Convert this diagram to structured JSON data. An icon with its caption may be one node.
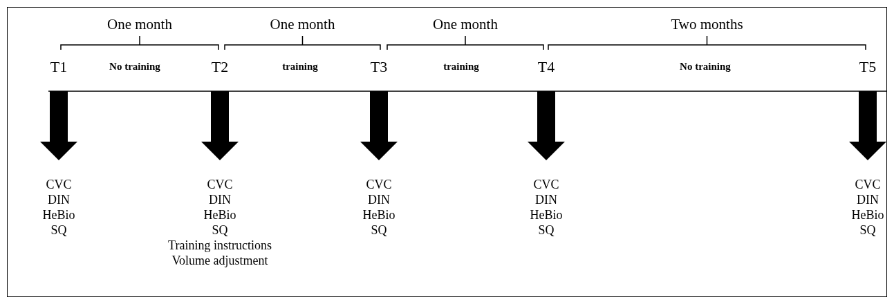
{
  "diagram": {
    "nodes": [
      {
        "text": [
          "T1"
        ]
      },
      {
        "text": [
          "T2"
        ]
      },
      {
        "text": [
          "T3"
        ]
      },
      {
        "text": [
          "T4"
        ]
      },
      {
        "text": [
          "T5"
        ]
      },
      {
        "text": [
          "CVC",
          "DIN",
          "HeBio",
          "SQ"
        ]
      },
      {
        "text": [
          "CVC",
          "DIN",
          "HeBio",
          "SQ",
          "Training instructions",
          "Volume adjustment"
        ]
      },
      {
        "text": [
          "CVC",
          "DIN",
          "HeBio",
          "SQ"
        ]
      },
      {
        "text": [
          "CVC",
          "DIN",
          "HeBio",
          "SQ"
        ]
      },
      {
        "text": [
          "CVC",
          "DIN",
          "HeBio",
          "SQ"
        ]
      }
    ],
    "edges": [
      {
        "from": 0,
        "to": 5,
        "arrow": "to",
        "style": "thick"
      },
      {
        "from": 1,
        "to": 6,
        "arrow": "to",
        "style": "thick"
      },
      {
        "from": 2,
        "to": 7,
        "arrow": "to",
        "style": "thick"
      },
      {
        "from": 3,
        "to": 8,
        "arrow": "to",
        "style": "thick"
      },
      {
        "from": 4,
        "to": 9,
        "arrow": "to",
        "style": "thick"
      }
    ],
    "labels": [
      "One month",
      "One month",
      "One month",
      "Two months",
      "No training",
      "training",
      "training",
      "No training"
    ]
  }
}
